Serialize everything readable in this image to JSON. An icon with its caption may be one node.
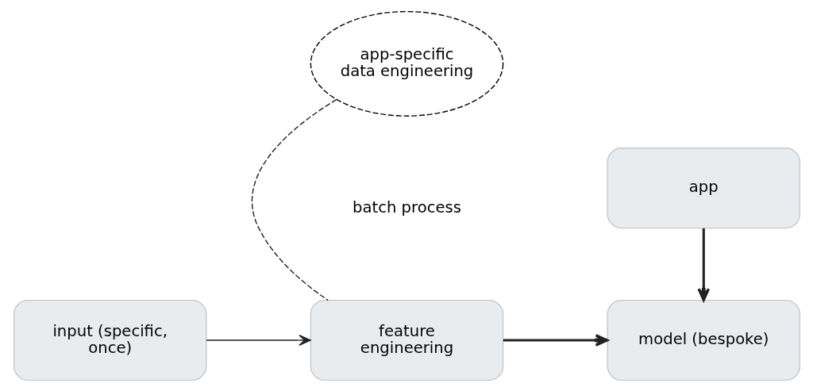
{
  "diagram": {
    "nodes": [
      {
        "text": [
          "input (specific, once)"
        ]
      },
      {
        "text": [
          "feature engineering"
        ]
      },
      {
        "text": [
          "model (bespoke)"
        ]
      },
      {
        "text": [
          "app-specific data engineering"
        ]
      },
      {
        "text": [
          "app"
        ]
      }
    ],
    "edges": [
      {
        "from": 0,
        "to": 1,
        "arrow": "to"
      },
      {
        "from": 1,
        "to": 2,
        "arrow": "to",
        "style": "thick"
      },
      {
        "from": 3,
        "to": 1,
        "arrow": "none",
        "style": "dashed"
      },
      {
        "from": 4,
        "to": 2,
        "arrow": "to",
        "style": "thick"
      }
    ],
    "labels": [
      "batch process"
    ]
  }
}
